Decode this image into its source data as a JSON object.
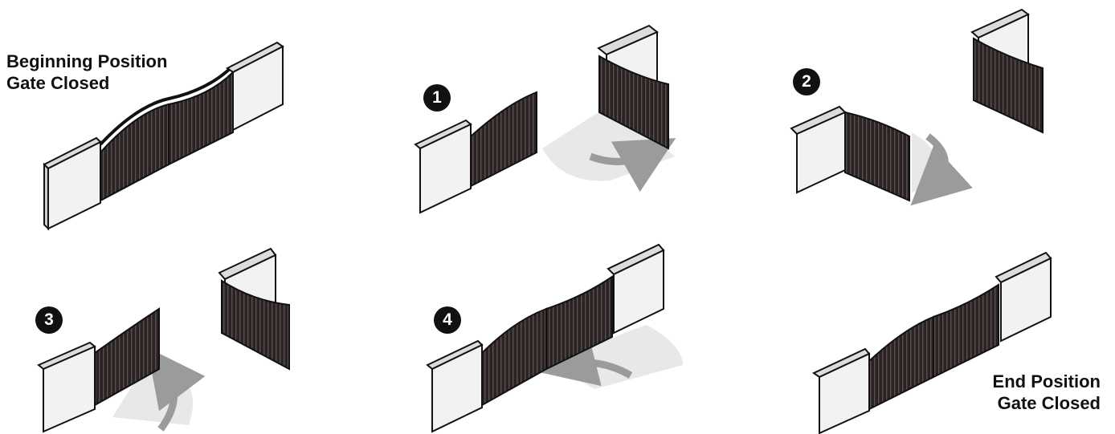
{
  "labels": {
    "beginning_line1": "Beginning Position",
    "beginning_line2": "Gate Closed",
    "end_line1": "End Position",
    "end_line2": "Gate Closed"
  },
  "steps": [
    "1",
    "2",
    "3",
    "4"
  ],
  "colors": {
    "gate": "#2b2323",
    "gate_bar": "#4a4040",
    "pillar_face": "#f2f2f2",
    "pillar_side": "#dcdcdc",
    "swing_area": "#e6e6e6",
    "arrow": "#9b9b9b"
  }
}
